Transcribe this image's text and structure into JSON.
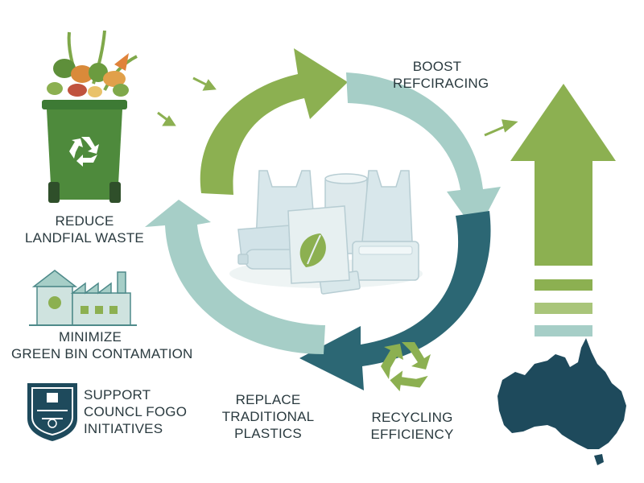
{
  "colors": {
    "light_green": "#8cb051",
    "pale_teal": "#a6cec7",
    "dark_teal": "#2c6774",
    "navy": "#1e4a5c",
    "text": "#2a3a3f"
  },
  "cycle": {
    "top_right": [
      "BOOST",
      "REFCIRACING"
    ],
    "bottom_right": [
      "RECYCLING",
      "EFFICIENCY"
    ],
    "bottom_center": [
      "REPLACE",
      "TRADITIONAL",
      "PLASTICS"
    ]
  },
  "left_panel": {
    "waste": [
      "REDUCE",
      "LANDFIAL WASTE"
    ],
    "contamination": [
      "MINIMIZE",
      "GREEN BIN CONTAMATION"
    ],
    "council": [
      "SUPPORT",
      "COUNCL FOGO",
      "INITIATIVES"
    ]
  },
  "icons": [
    "green-bin-icon",
    "food-scraps-icon",
    "recycle-icon",
    "factory-house-icon",
    "council-crest-icon",
    "plastic-bags-icon",
    "leaf-icon",
    "up-arrow-icon",
    "australia-map-icon"
  ]
}
